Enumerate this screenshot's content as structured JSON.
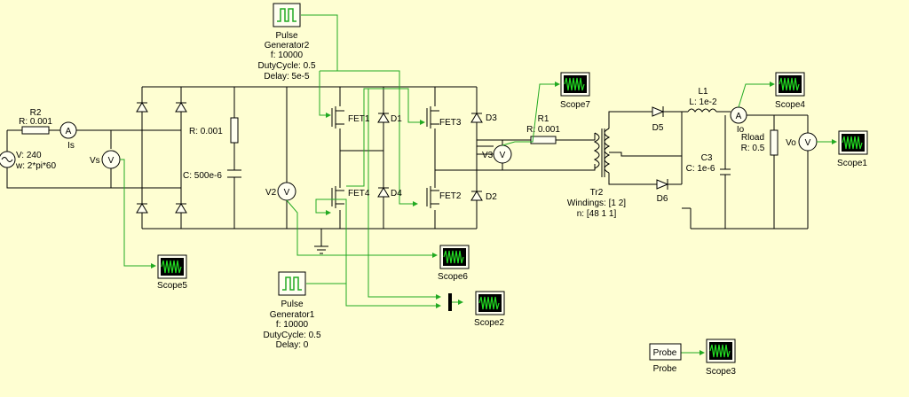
{
  "source": {
    "name": "",
    "v": "V: 240",
    "w": "w: 2*pi*60"
  },
  "r2": {
    "name": "R2",
    "r": "R: 0.001"
  },
  "ammeters": {
    "is": "Is",
    "io": "Io"
  },
  "voltmeters": {
    "vs": "Vs",
    "v2": "V2",
    "v3": "V3",
    "vo": "Vo"
  },
  "meter_letters": {
    "ammeter": "A",
    "voltmeter": "V"
  },
  "bridge_r": "R: 0.001",
  "capacitor_c": "C: 500e-6",
  "pulse_gen2": {
    "line1": "Pulse",
    "line2": "Generator2",
    "f": "f: 10000",
    "duty": "DutyCycle: 0.5",
    "delay": "Delay: 5e-5"
  },
  "pulse_gen1": {
    "line1": "Pulse",
    "line2": "Generator1",
    "f": "f: 10000",
    "duty": "DutyCycle: 0.5",
    "delay": "Delay: 0"
  },
  "fets": {
    "fet1": "FET1",
    "fet2": "FET2",
    "fet3": "FET3",
    "fet4": "FET4"
  },
  "diodes": {
    "d1": "D1",
    "d2": "D2",
    "d3": "D3",
    "d4": "D4",
    "d5": "D5",
    "d6": "D6"
  },
  "r1": {
    "name": "R1",
    "r": "R: 0.001"
  },
  "transformer": {
    "name": "Tr2",
    "windings": "Windings: [1 2]",
    "n": "n: [48 1 1]"
  },
  "inductor": {
    "name": "L1",
    "l": "L: 1e-2"
  },
  "c3": {
    "name": "C3",
    "c": "C: 1e-6"
  },
  "rload": {
    "name": "Rload",
    "r": "R: 0.5"
  },
  "scopes": {
    "scope1": "Scope1",
    "scope2": "Scope2",
    "scope3": "Scope3",
    "scope4": "Scope4",
    "scope5": "Scope5",
    "scope6": "Scope6",
    "scope7": "Scope7"
  },
  "probe": {
    "box": "Probe",
    "label": "Probe"
  },
  "colors": {
    "background": "#fefed2",
    "signal": "#22aa22",
    "wire": "#000000",
    "scope_wave": "#22dd22"
  }
}
